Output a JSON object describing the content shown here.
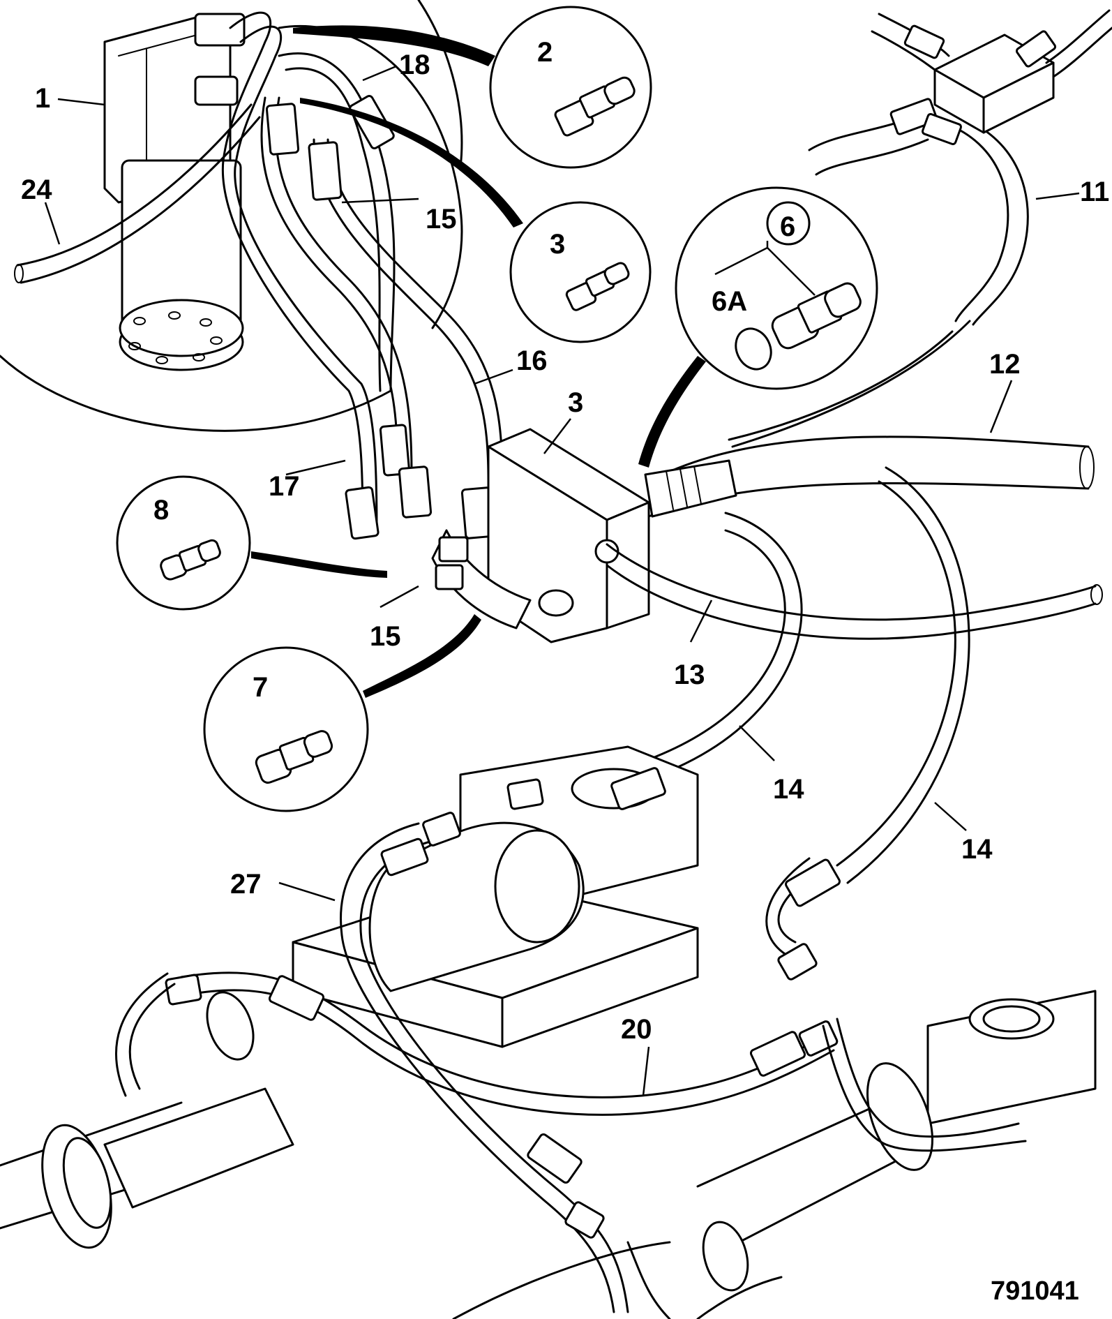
{
  "diagram": {
    "drawing_number": "791041",
    "callouts": {
      "c1": "1",
      "c2": "2",
      "c3_detail": "3",
      "c3_block": "3",
      "c6": "6",
      "c6a": "6A",
      "c7": "7",
      "c8": "8",
      "c11": "11",
      "c12": "12",
      "c13": "13",
      "c14_upper": "14",
      "c14_lower": "14",
      "c15_upper": "15",
      "c15_lower": "15",
      "c16": "16",
      "c17": "17",
      "c18": "18",
      "c20": "20",
      "c24": "24",
      "c27": "27"
    }
  }
}
